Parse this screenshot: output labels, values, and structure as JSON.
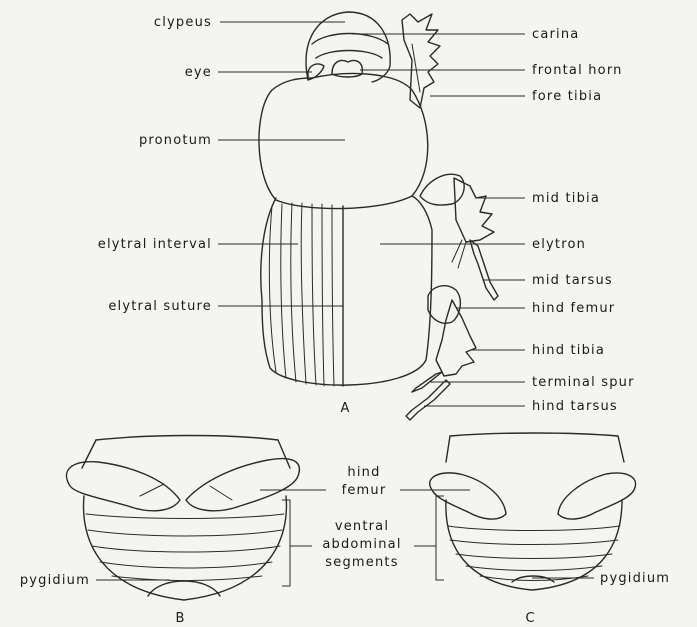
{
  "colors": {
    "background": "#f4f4f0",
    "ink": "#2a2a2a"
  },
  "labels": {
    "clypeus": "clypeus",
    "eye": "eye",
    "pronotum": "pronotum",
    "elytral_interval": "elytral interval",
    "elytral_suture": "elytral suture",
    "carina": "carina",
    "frontal_horn": "frontal horn",
    "fore_tibia": "fore tibia",
    "mid_tibia": "mid tibia",
    "elytron": "elytron",
    "mid_tarsus": "mid tarsus",
    "hind_femur": "hind femur",
    "hind_tibia": "hind tibia",
    "terminal_spur": "terminal spur",
    "hind_tarsus": "hind tarsus",
    "hind_femur_line1": "hind",
    "hind_femur_line2": "femur",
    "ventral_line1": "ventral",
    "ventral_line2": "abdominal",
    "ventral_line3": "segments",
    "pygidium_b": "pygidium",
    "pygidium_c": "pygidium"
  },
  "panels": {
    "a": "A",
    "b": "B",
    "c": "C"
  }
}
